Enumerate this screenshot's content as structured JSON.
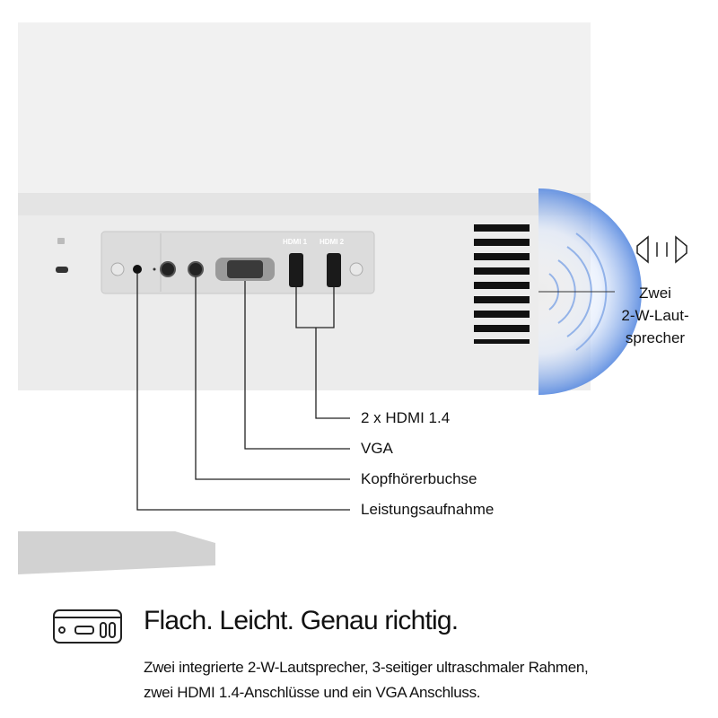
{
  "ports_panel": {
    "hdmi1_label": "HDMI 1",
    "hdmi2_label": "HDMI 2"
  },
  "callouts": {
    "hdmi": "2 x HDMI 1.4",
    "vga": "VGA",
    "headphone": "Kopfhörerbuchse",
    "power": "Leistungsaufnahme"
  },
  "speaker_callout": {
    "line1": "Zwei",
    "line2": "2-W-Laut-",
    "line3": "sprecher"
  },
  "feature": {
    "icon": "monitor-ports-icon",
    "headline": "Flach. Leicht. Genau richtig.",
    "description_line1": "Zwei integrierte 2-W-Lautsprecher, 3-seitiger ultraschmaler Rahmen,",
    "description_line2": "zwei HDMI 1.4-Anschlüsse und ein VGA Anschluss."
  },
  "colors": {
    "wave": "#4a7fd6",
    "body": "#efefef"
  }
}
